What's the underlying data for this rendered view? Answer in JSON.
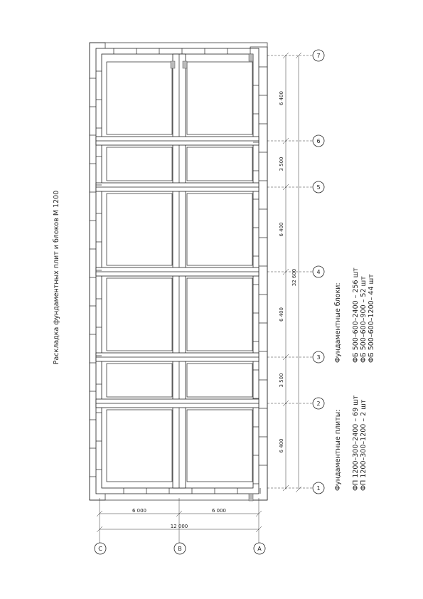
{
  "title": "Раскладка фундаментных плит и блоков М 1200",
  "axes_vertical": [
    "С",
    "В",
    "А"
  ],
  "axes_horizontal": [
    "1",
    "2",
    "3",
    "4",
    "5",
    "6",
    "7"
  ],
  "dims_horizontal": {
    "spans": [
      "6 000",
      "6 000"
    ],
    "total": "12 000"
  },
  "dims_vertical": {
    "spans": [
      "6 400",
      "3 500",
      "6 400",
      "6 400",
      "3 500",
      "6 400"
    ],
    "total": "32 600"
  },
  "legend": {
    "plates_title": "Фундаментные плиты:",
    "plates": [
      "ФП 1200–300–2400 – 69 шт",
      "ФП 1200–300–1200 – 2 шт"
    ],
    "blocks_title": "Фундаментные блоки:",
    "blocks": [
      "ФБ 500–600–2400 – 256 шт",
      "ФБ 500–600–900 – 52 шт",
      "ФБ 500–600–1200– 44 шт"
    ]
  }
}
